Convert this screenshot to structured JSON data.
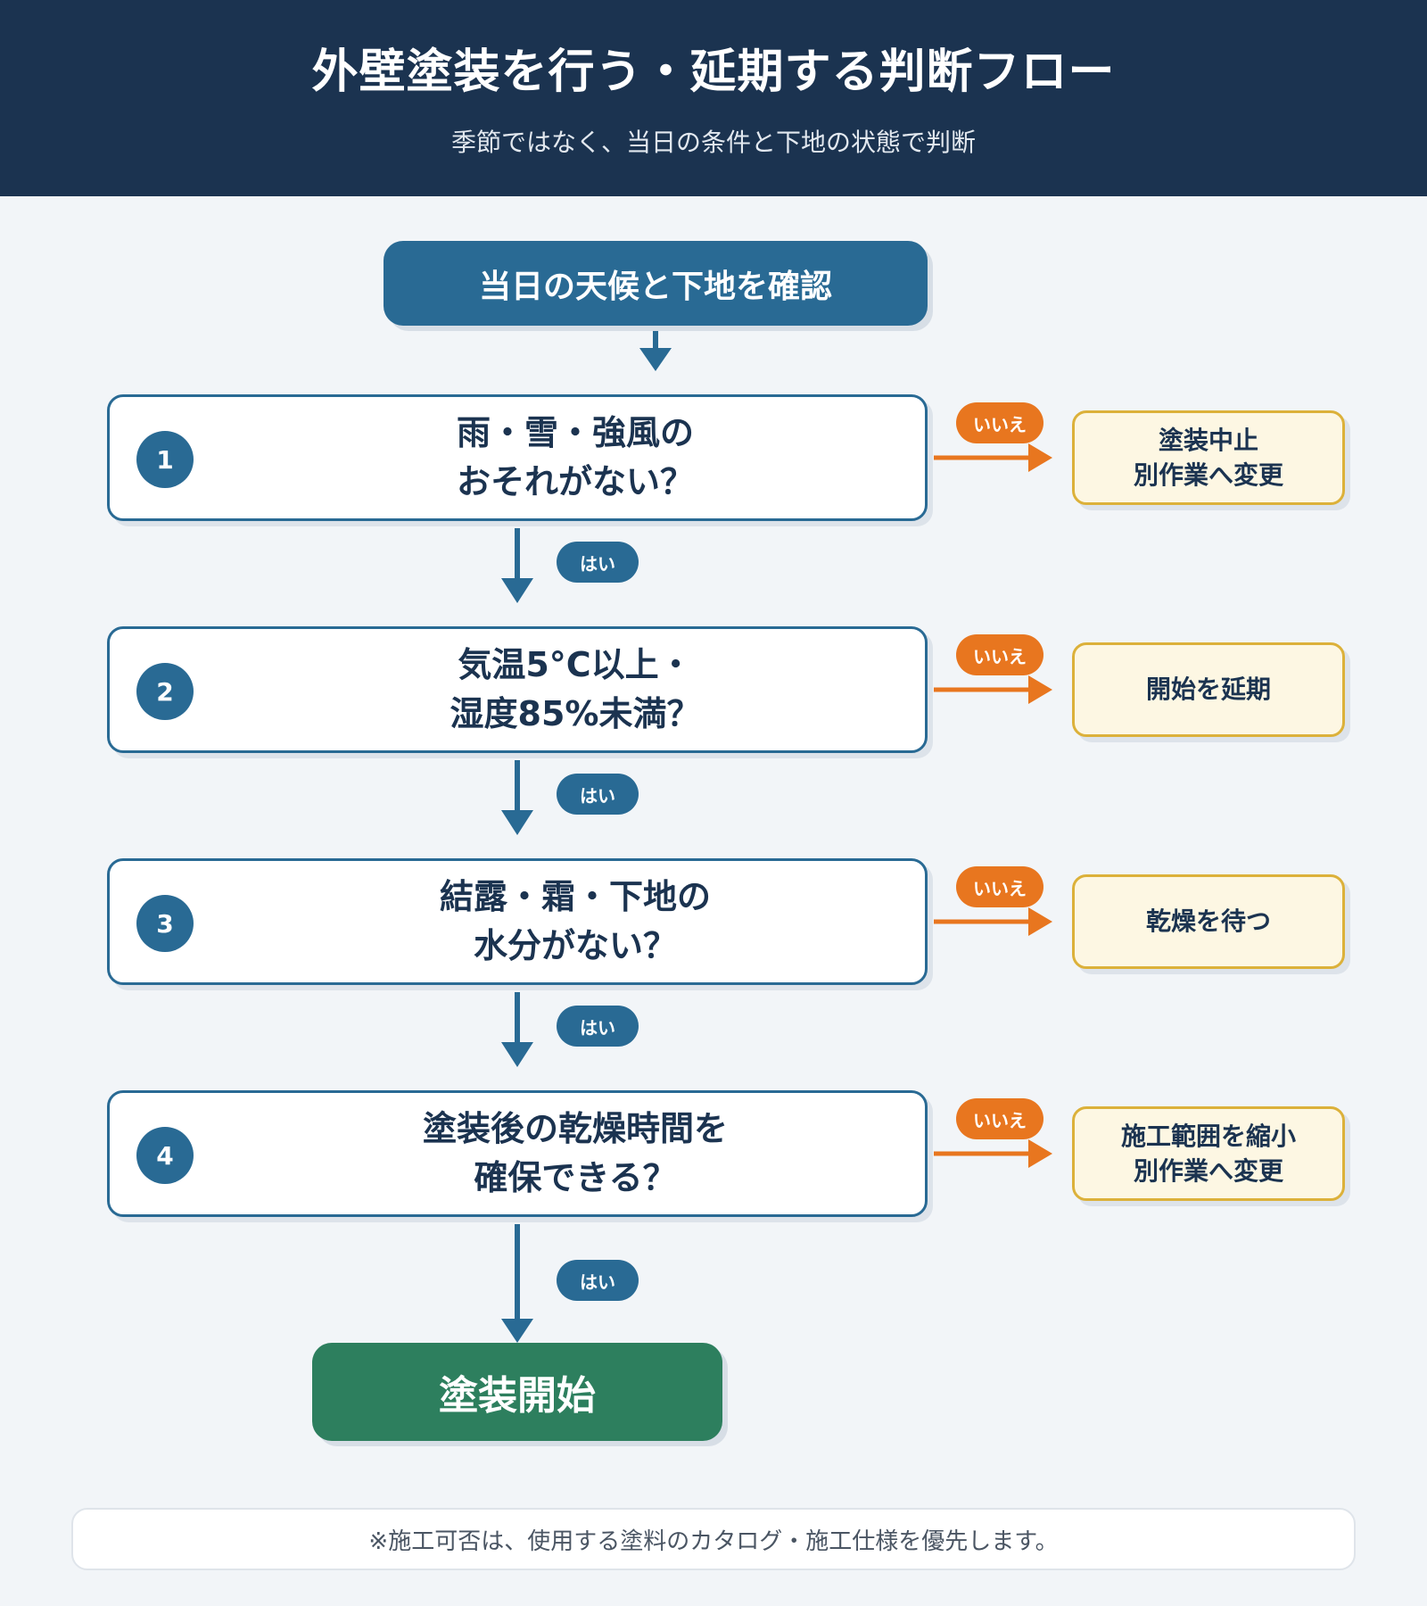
{
  "header": {
    "title": "外壁塗装を行う・延期する判断フロー",
    "subtitle": "季節ではなく、当日の条件と下地の状態で判断"
  },
  "start": {
    "label": "当日の天候と下地を確認"
  },
  "yes_label": "はい",
  "no_label": "いいえ",
  "questions": [
    {
      "num": "1",
      "line1": "雨・雪・強風の",
      "line2": "おそれがない？",
      "result_line1": "塗装中止",
      "result_line2": "別作業へ変更"
    },
    {
      "num": "2",
      "line1": "気温5°C以上・",
      "line2": "湿度85%未満？",
      "result_line1": "開始を延期",
      "result_line2": ""
    },
    {
      "num": "3",
      "line1": "結露・霜・下地の",
      "line2": "水分がない？",
      "result_line1": "乾燥を待つ",
      "result_line2": ""
    },
    {
      "num": "4",
      "line1": "塗装後の乾燥時間を",
      "line2": "確保できる？",
      "result_line1": "施工範囲を縮小",
      "result_line2": "別作業へ変更"
    }
  ],
  "end": {
    "label": "塗装開始"
  },
  "footer": {
    "note": "※施工可否は、使用する塗料のカタログ・施工仕様を優先します。"
  },
  "colors": {
    "header_bg": "#1b3350",
    "primary": "#296a94",
    "no_arrow": "#e8761f",
    "result_border": "#dcb13a",
    "end": "#2d7f5e"
  }
}
